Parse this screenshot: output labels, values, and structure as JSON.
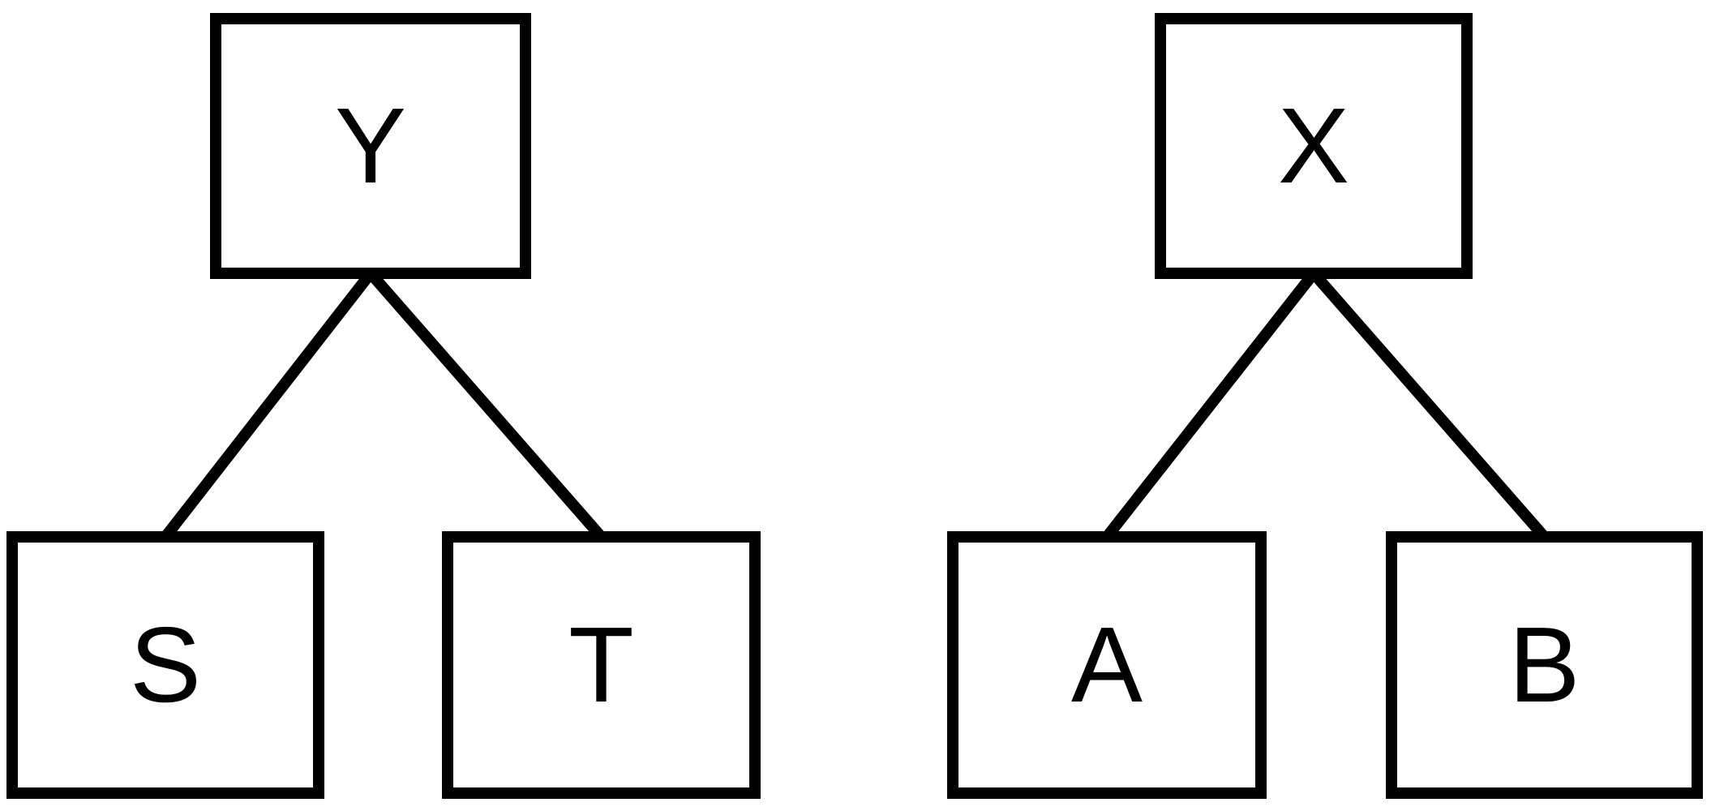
{
  "diagram": {
    "type": "tree",
    "nodes": [
      {
        "id": "Y",
        "label": "Y"
      },
      {
        "id": "X",
        "label": "X"
      },
      {
        "id": "S",
        "label": "S"
      },
      {
        "id": "T",
        "label": "T"
      },
      {
        "id": "A",
        "label": "A"
      },
      {
        "id": "B",
        "label": "B"
      }
    ],
    "edges": [
      {
        "from": "Y",
        "to": "S"
      },
      {
        "from": "Y",
        "to": "T"
      },
      {
        "from": "X",
        "to": "A"
      },
      {
        "from": "X",
        "to": "B"
      }
    ],
    "colors": {
      "stroke": "#000000",
      "fill": "#ffffff",
      "text": "#000000"
    }
  }
}
